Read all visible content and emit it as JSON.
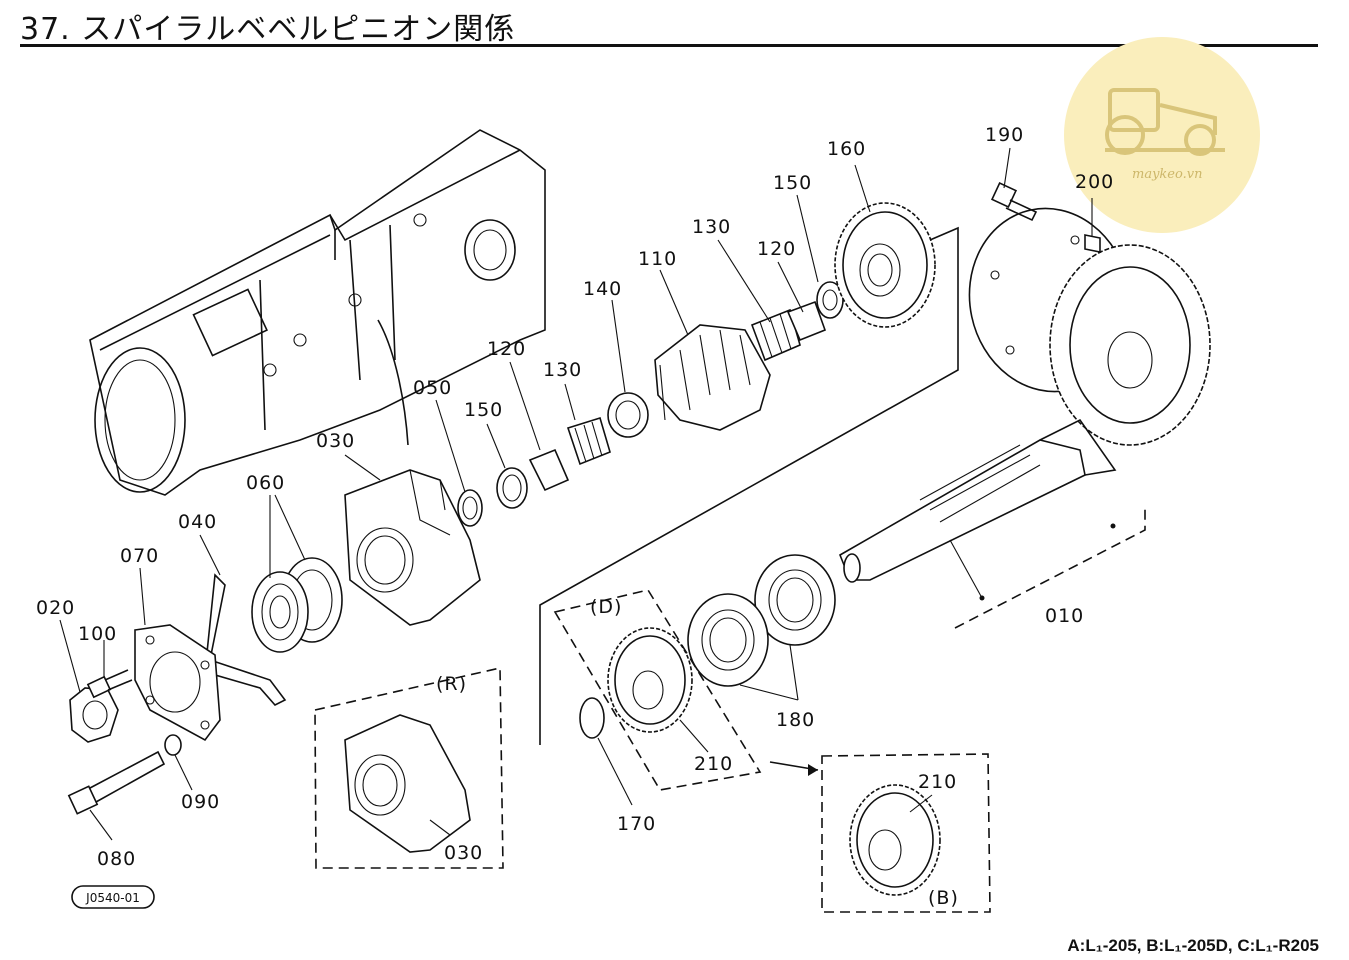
{
  "title": "37. スパイラルベベルピニオン関係",
  "drawing_code": "J0540-01",
  "footer_note": "A:L₁-205, B:L₁-205D, C:L₁-R205",
  "watermark": {
    "text": "maykeo.vn",
    "color": "#f7e7a8"
  },
  "variant_labels": {
    "d": "(D)",
    "r": "(R)",
    "b": "(B)"
  },
  "parts": {
    "p010": "010",
    "p020": "020",
    "p030a": "030",
    "p030b": "030",
    "p040": "040",
    "p050": "050",
    "p060": "060",
    "p070": "070",
    "p080": "080",
    "p090": "090",
    "p100": "100",
    "p110": "110",
    "p120a": "120",
    "p120b": "120",
    "p130a": "130",
    "p130b": "130",
    "p140": "140",
    "p150a": "150",
    "p150b": "150",
    "p160": "160",
    "p170": "170",
    "p180": "180",
    "p190": "190",
    "p200": "200",
    "p210a": "210",
    "p210b": "210"
  }
}
